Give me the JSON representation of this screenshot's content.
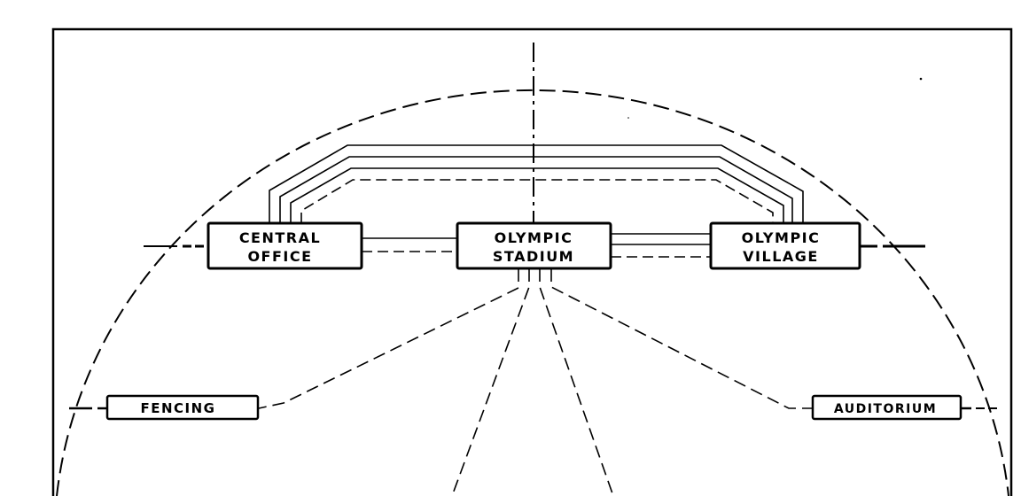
{
  "diagram": {
    "nodes": {
      "central_office": {
        "line1": "CENTRAL",
        "line2": "OFFICE"
      },
      "olympic_stadium": {
        "line1": "OLYMPIC",
        "line2": "STADIUM"
      },
      "olympic_village": {
        "line1": "OLYMPIC",
        "line2": "VILLAGE"
      },
      "fencing": {
        "label": "FENCING"
      },
      "auditorium": {
        "label": "AUDITORIUM"
      }
    },
    "colors": {
      "ink": "#000000",
      "paper": "#ffffff"
    }
  }
}
